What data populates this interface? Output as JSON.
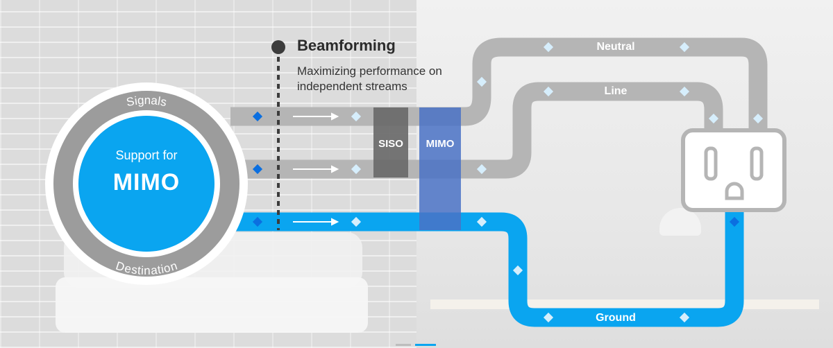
{
  "circle": {
    "top_label": "Signals",
    "bottom_label": "Destination",
    "center_line1": "Support for",
    "center_line2": "MIMO"
  },
  "beamforming": {
    "title": "Beamforming",
    "description": "Maximizing performance on independent streams"
  },
  "boxes": {
    "siso": "SISO",
    "mimo": "MIMO"
  },
  "pipes": {
    "neutral": "Neutral",
    "line": "Line",
    "ground": "Ground"
  },
  "colors": {
    "blue": "#0aa5f0",
    "dark_blue": "#0b6fe0",
    "gray_pipe": "#b5b5b5",
    "gray_ring": "#9c9c9c",
    "light_diamond": "#d6eefc",
    "siso_box": "#6a6a6a",
    "mimo_box": "#4a72c6",
    "text_dark": "#2b2b2b"
  },
  "icons": {
    "arrow": "right-arrow-icon",
    "diamond": "diamond-marker-icon",
    "outlet": "power-outlet-icon",
    "dot": "bullet-dot-icon"
  }
}
